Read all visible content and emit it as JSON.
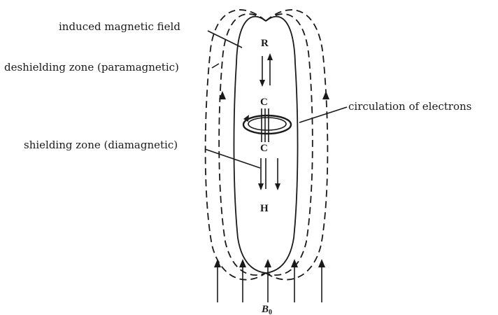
{
  "labels": {
    "induced_field": "induced magnetic field",
    "deshielding_zone": "deshielding zone (paramagnetic)",
    "circulation": "circulation of electrons",
    "shielding_zone": "shielding zone (diamagnetic)"
  },
  "atoms": {
    "top": "R",
    "carbon_upper": "C",
    "carbon_lower": "C",
    "bottom": "H"
  },
  "external_field": {
    "symbol": "B",
    "subscript": "0"
  }
}
